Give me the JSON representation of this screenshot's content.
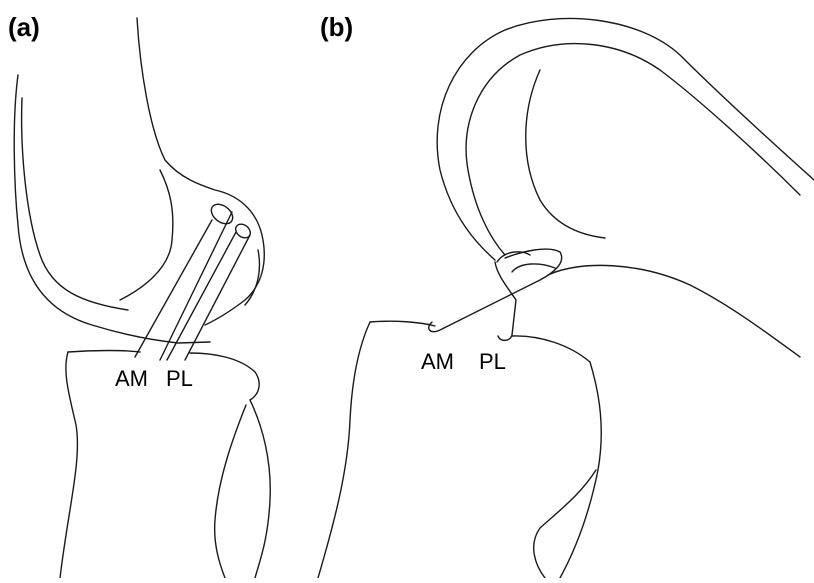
{
  "panels": {
    "a": {
      "label": "(a)",
      "bundles": {
        "am": "AM",
        "pl": "PL"
      }
    },
    "b": {
      "label": "(b)",
      "bundles": {
        "am": "AM",
        "pl": "PL"
      }
    }
  }
}
